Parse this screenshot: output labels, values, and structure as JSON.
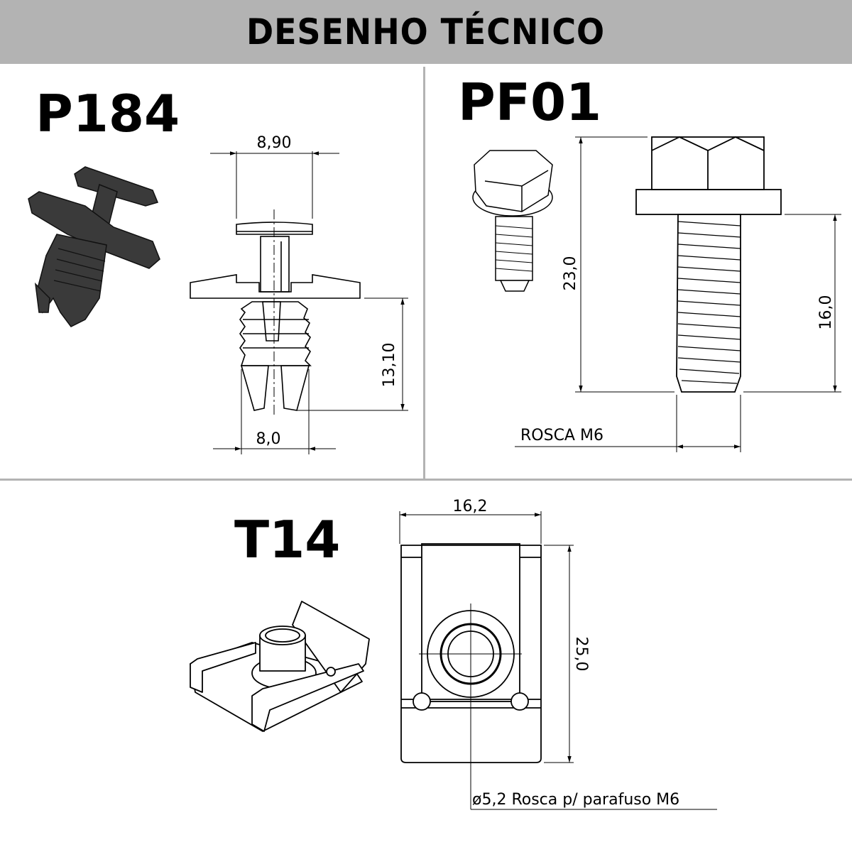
{
  "header": {
    "title": "DESENHO TÉCNICO",
    "background": "#b3b3b3"
  },
  "parts": [
    {
      "code": "P184",
      "type": "push-rivet clip",
      "dimensions": {
        "head_width": "8,90",
        "body_width": "8,0",
        "body_length": "13,10"
      }
    },
    {
      "code": "PF01",
      "type": "hex flange bolt",
      "dimensions": {
        "total_length": "23,0",
        "thread_length": "16,0",
        "thread_label": "ROSCA M6"
      }
    },
    {
      "code": "T14",
      "type": "speed nut clip",
      "dimensions": {
        "width": "16,2",
        "height": "25,0",
        "hole_note": "ø5,2 Rosca p/ parafuso M6"
      }
    }
  ],
  "colors": {
    "divider": "#b3b3b3",
    "line": "#000000",
    "part_fill": "#3a3a3a"
  }
}
